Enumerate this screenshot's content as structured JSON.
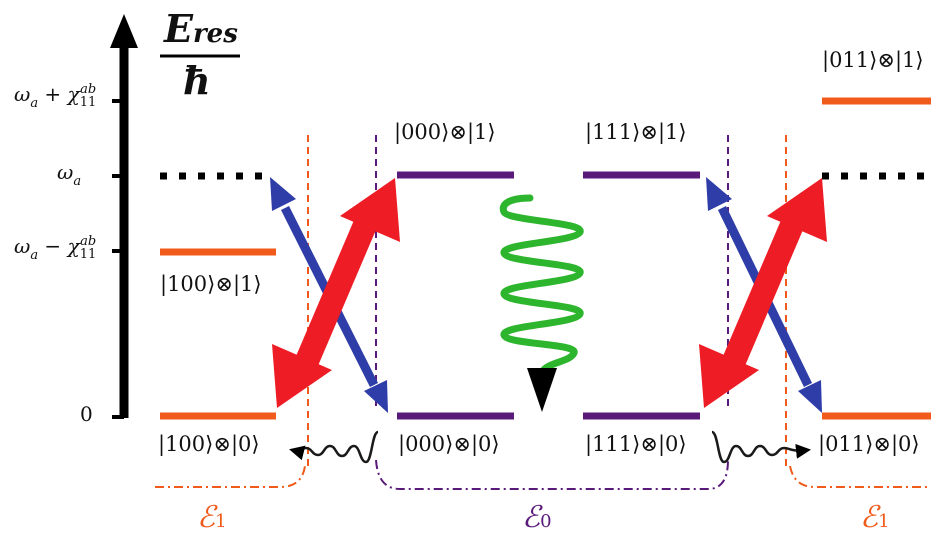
{
  "axis": {
    "title_numerator": "E",
    "title_numerator_sub": "res",
    "title_denominator": "ħ",
    "ticks": [
      {
        "base": "ω",
        "base_sub": "a",
        "op": " + ",
        "chi": "χ",
        "chi_sub": "11",
        "chi_sup": "ab"
      },
      {
        "base": "ω",
        "base_sub": "a"
      },
      {
        "base": "ω",
        "base_sub": "a",
        "op": " − ",
        "chi": "χ",
        "chi_sub": "11",
        "chi_sup": "ab"
      },
      {
        "base": "0"
      }
    ]
  },
  "states": {
    "s100_1": "|100⟩⊗|1⟩",
    "s100_0": "|100⟩⊗|0⟩",
    "s000_1": "|000⟩⊗|1⟩",
    "s000_0": "|000⟩⊗|0⟩",
    "s111_1": "|111⟩⊗|1⟩",
    "s111_0": "|111⟩⊗|0⟩",
    "s011_1": "|011⟩⊗|1⟩",
    "s011_0": "|011⟩⊗|0⟩"
  },
  "subspaces": {
    "left": {
      "symbol": "ℰ",
      "sub": "1"
    },
    "middle": {
      "symbol": "ℰ",
      "sub": "0"
    },
    "right": {
      "symbol": "ℰ",
      "sub": "1"
    }
  },
  "colors": {
    "orange": "#f05a1a",
    "purple": "#5a1a7a",
    "red": "#ee1c25",
    "blue": "#2e3da8",
    "green": "#2db52d",
    "black": "#000000"
  }
}
